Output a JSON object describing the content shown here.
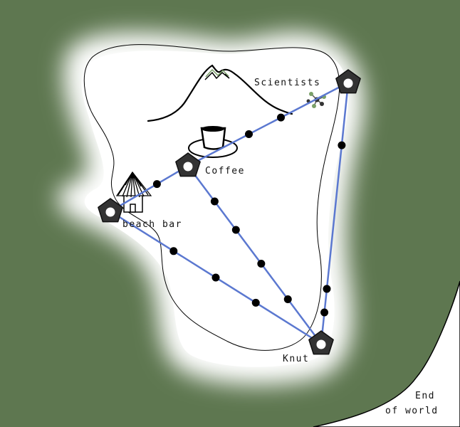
{
  "colors": {
    "sea": "#5e7750",
    "island": "#ffffff",
    "route": "#5b78d0",
    "node": "#333333",
    "stop": "#000000",
    "edge_land": "#ffffff"
  },
  "locations": {
    "scientists": {
      "label": "Scientists",
      "icon": "molecule-icon"
    },
    "coffee": {
      "label": "Coffee",
      "icon": "coffee-cup-icon"
    },
    "beach_bar": {
      "label": "beach bar",
      "icon": "hut-icon"
    },
    "knut": {
      "label": "Knut",
      "icon": ""
    }
  },
  "end_of_world": {
    "line1": "End",
    "line2": "of world"
  },
  "landmarks": {
    "mountain": "mountain-icon"
  },
  "routes": [
    {
      "from": "beach_bar",
      "to": "coffee",
      "stops": 1
    },
    {
      "from": "coffee",
      "to": "scientists",
      "stops": 2
    },
    {
      "from": "scientists",
      "to": "knut",
      "stops": 3
    },
    {
      "from": "coffee",
      "to": "knut",
      "stops": 4
    },
    {
      "from": "beach_bar",
      "to": "knut",
      "stops": 3
    }
  ]
}
